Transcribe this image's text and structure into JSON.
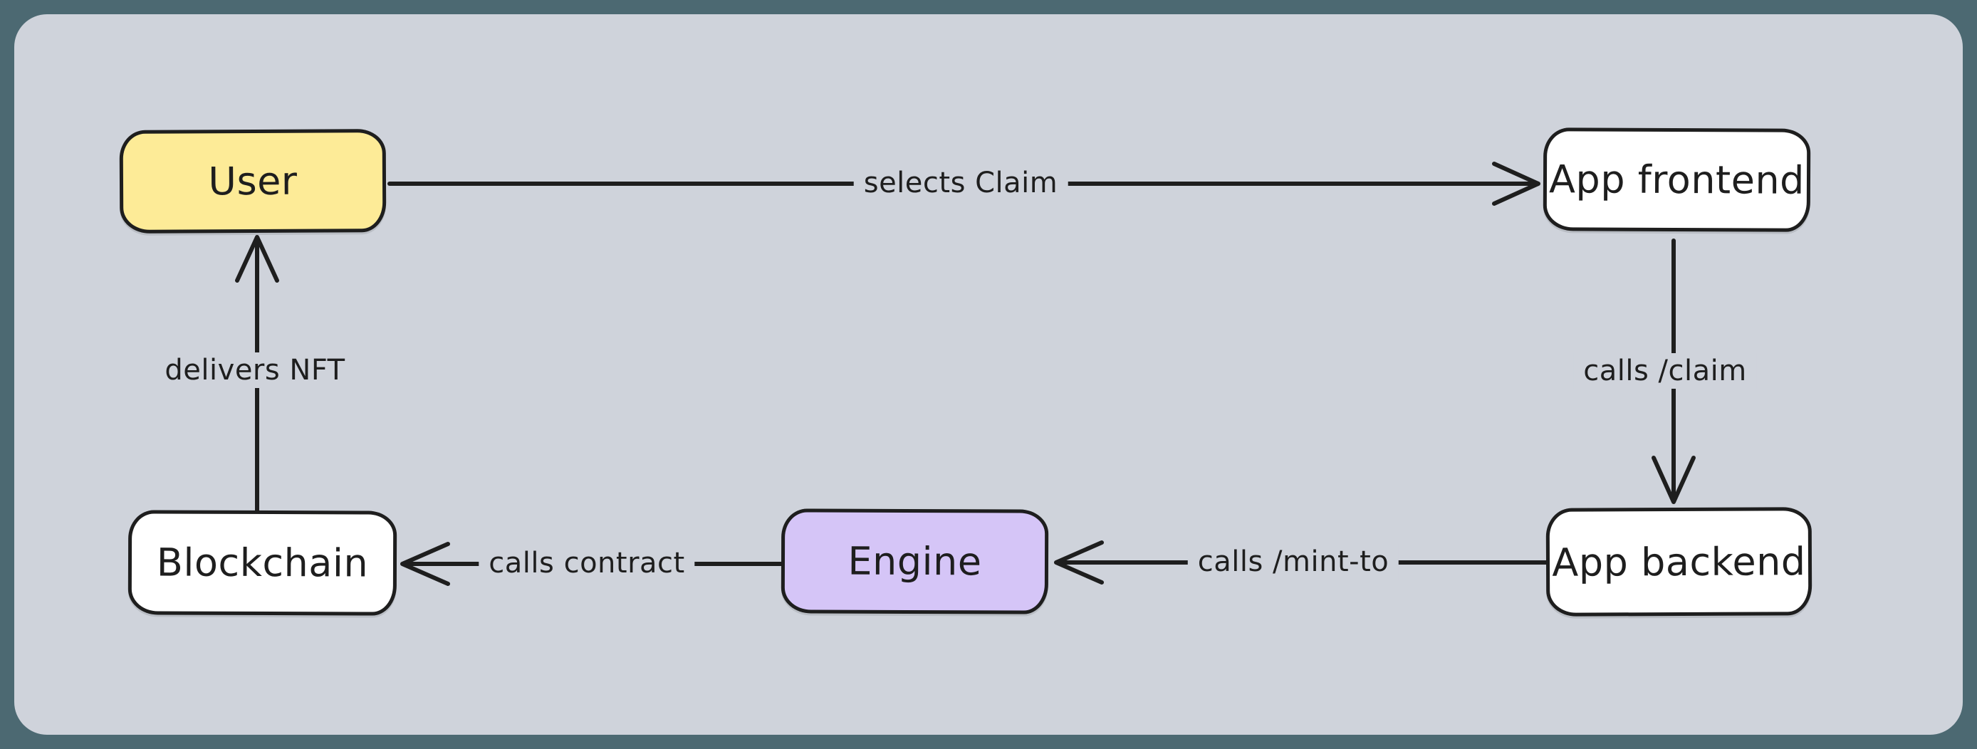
{
  "canvas": {
    "frame_color": "#4c6972",
    "background_color": "#cfd3db",
    "stroke_color": "#1e1e1e"
  },
  "diagram": {
    "nodes": [
      {
        "id": "user",
        "label": "User",
        "fill": "#fdeb97"
      },
      {
        "id": "app-frontend",
        "label": "App frontend",
        "fill": "#ffffff"
      },
      {
        "id": "app-backend",
        "label": "App backend",
        "fill": "#ffffff"
      },
      {
        "id": "engine",
        "label": "Engine",
        "fill": "#d5c5f7"
      },
      {
        "id": "blockchain",
        "label": "Blockchain",
        "fill": "#ffffff"
      }
    ],
    "edges": [
      {
        "from": "user",
        "to": "app-frontend",
        "label": "selects Claim"
      },
      {
        "from": "app-frontend",
        "to": "app-backend",
        "label": "calls /claim"
      },
      {
        "from": "app-backend",
        "to": "engine",
        "label": "calls /mint-to"
      },
      {
        "from": "engine",
        "to": "blockchain",
        "label": "calls contract"
      },
      {
        "from": "blockchain",
        "to": "user",
        "label": "delivers NFT"
      }
    ]
  }
}
